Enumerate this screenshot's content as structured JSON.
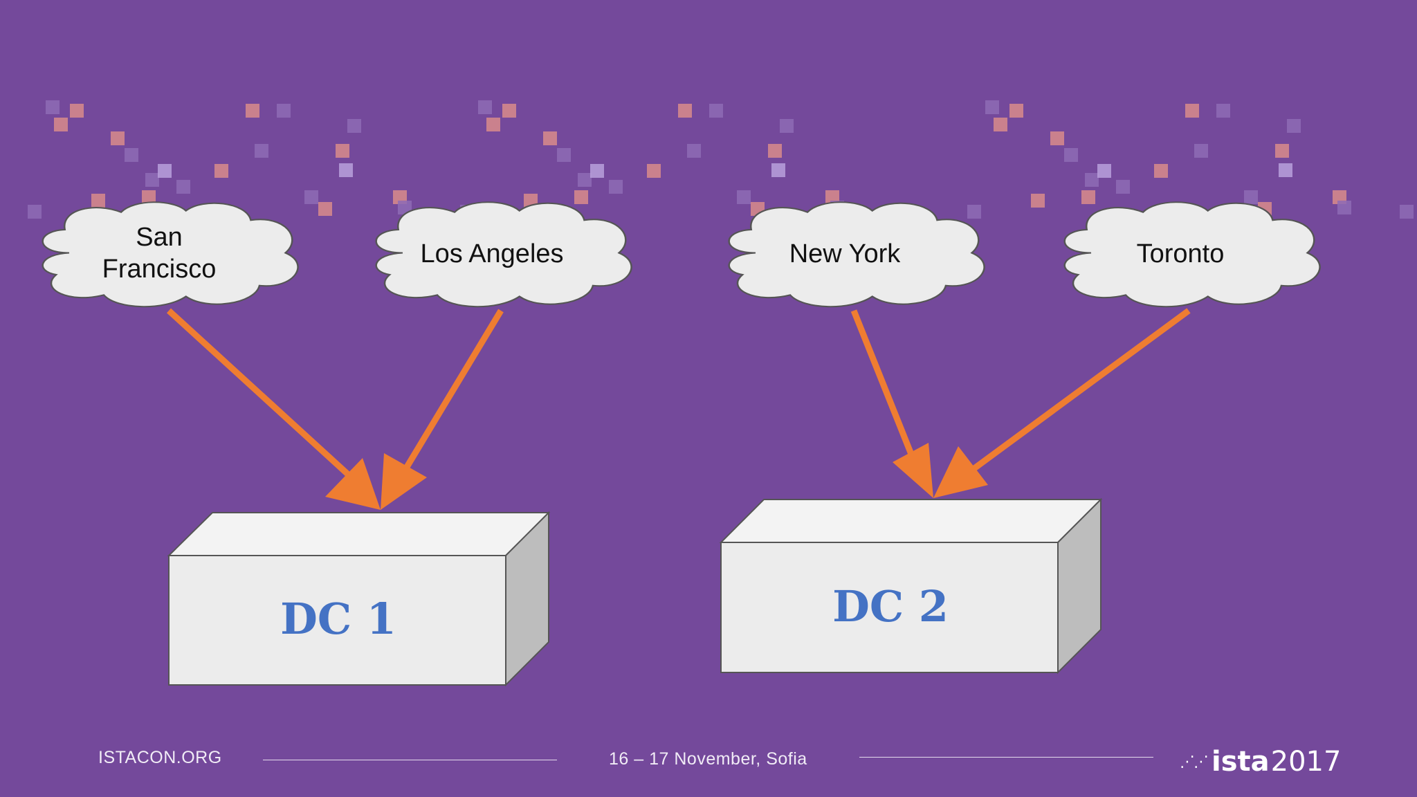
{
  "diagram": {
    "clouds": [
      {
        "label_line1": "San",
        "label_line2": "Francisco"
      },
      {
        "label": "Los Angeles"
      },
      {
        "label": "New York"
      },
      {
        "label": "Toronto"
      }
    ],
    "datacenters": [
      {
        "label": "DC 1"
      },
      {
        "label": "DC 2"
      }
    ],
    "colors": {
      "background": "#74499b",
      "arrow": "#ef7d31",
      "box_front": "#ececec",
      "box_side": "#bdbdbd",
      "dc_text": "#4472c4"
    }
  },
  "footer": {
    "site": "ISTACON.ORG",
    "date_place": "16 – 17 November, Sofia",
    "logo_word": "ista",
    "logo_year": "2017"
  }
}
